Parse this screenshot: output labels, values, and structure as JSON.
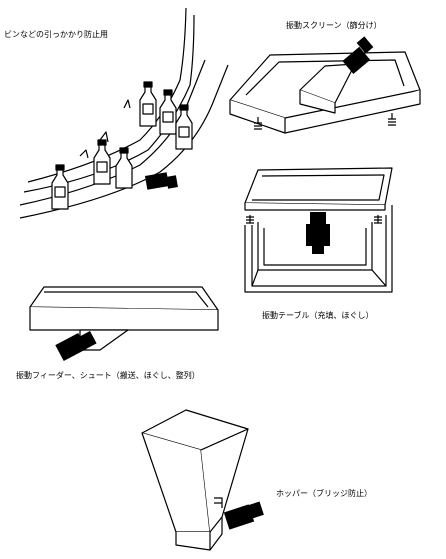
{
  "labels": {
    "bottle_guard": "ビンなどの引っかかり防止用",
    "vibrating_screen": "振動スクリーン（篩分け）",
    "vibrating_table": "振動テーブル（充填、ほぐし）",
    "vibrating_feeder": "振動フィーダー、シュート（搬送、ほぐし、整列）",
    "hopper": "ホッパー（ブリッジ防止）"
  },
  "colors": {
    "ink": "#000000",
    "paper": "#ffffff"
  }
}
